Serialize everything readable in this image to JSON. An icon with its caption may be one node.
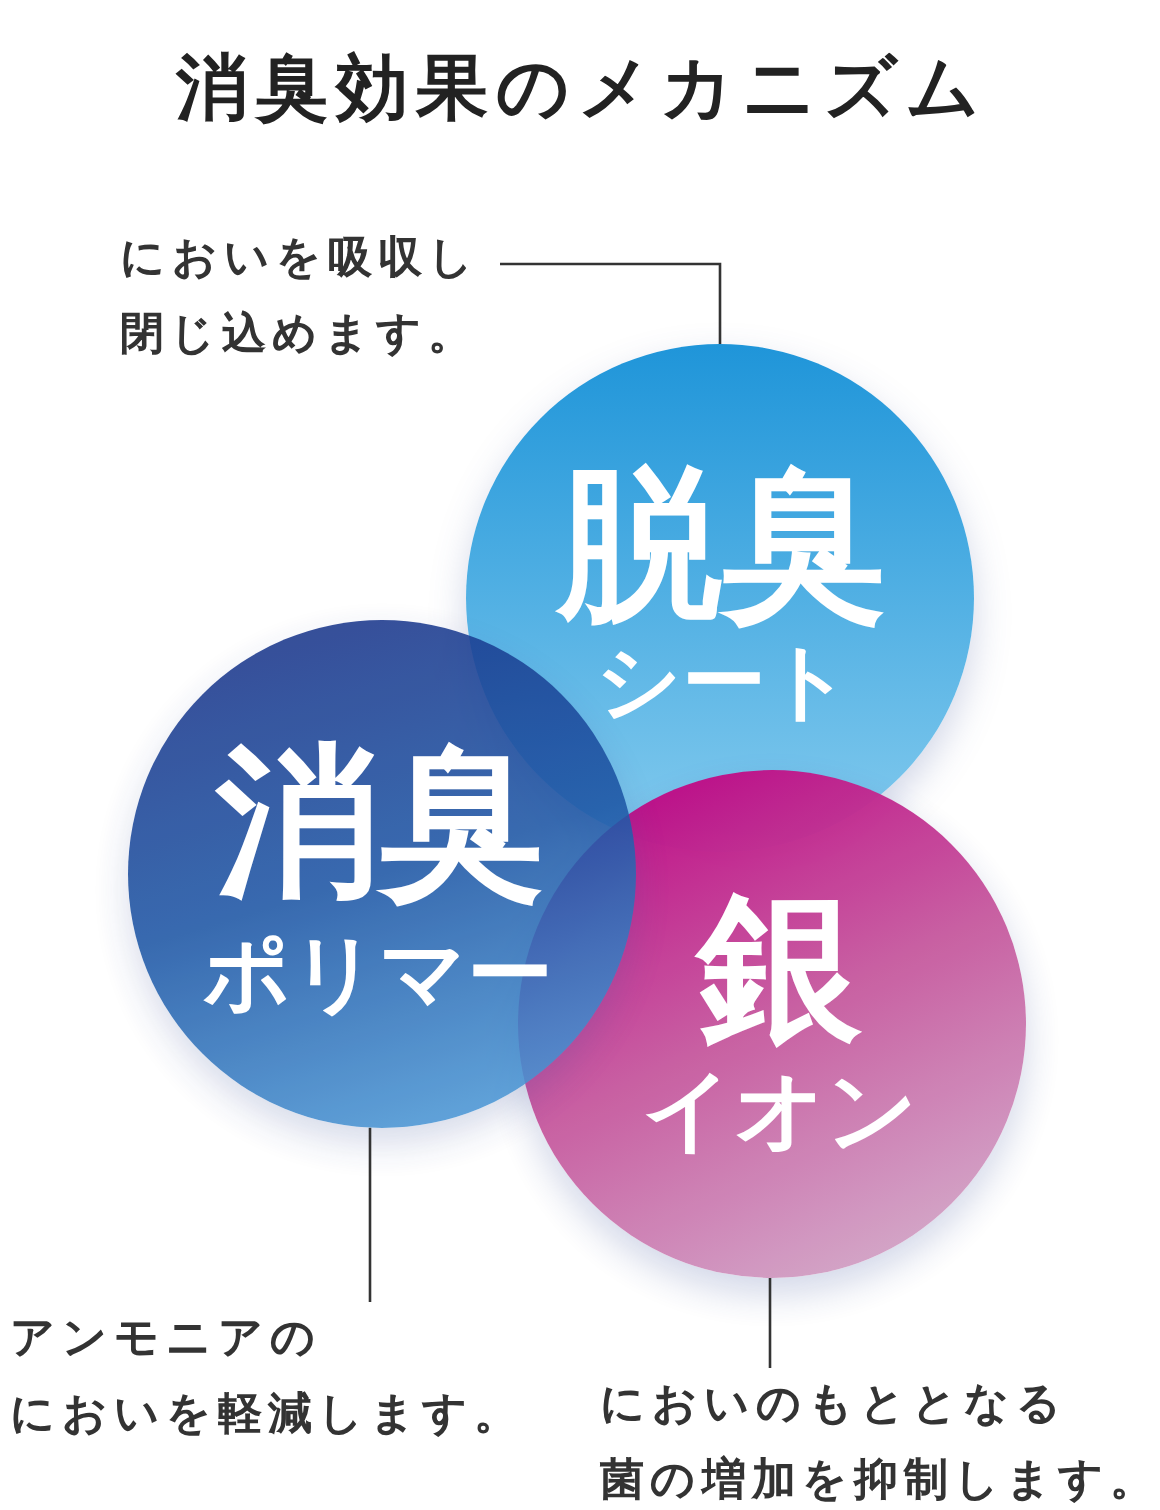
{
  "diagram": {
    "title": "消臭効果のメカニズム",
    "nodes": [
      {
        "text": [
          "においを吸収し閉じ込めます。"
        ]
      },
      {
        "text": [
          "脱臭",
          "シート"
        ]
      },
      {
        "text": [
          "消臭",
          "ポリマー"
        ]
      },
      {
        "text": [
          "銀",
          "イオン"
        ]
      },
      {
        "text": [
          "アンモニアのにおいを軽減します。"
        ]
      },
      {
        "text": [
          "においのもととなる菌の増加を抑制します。"
        ]
      }
    ],
    "edges": [
      {
        "from": 0,
        "to": 1,
        "arrow": "none"
      },
      {
        "from": 4,
        "to": 2,
        "arrow": "none"
      },
      {
        "from": 5,
        "to": 3,
        "arrow": "none"
      }
    ]
  }
}
